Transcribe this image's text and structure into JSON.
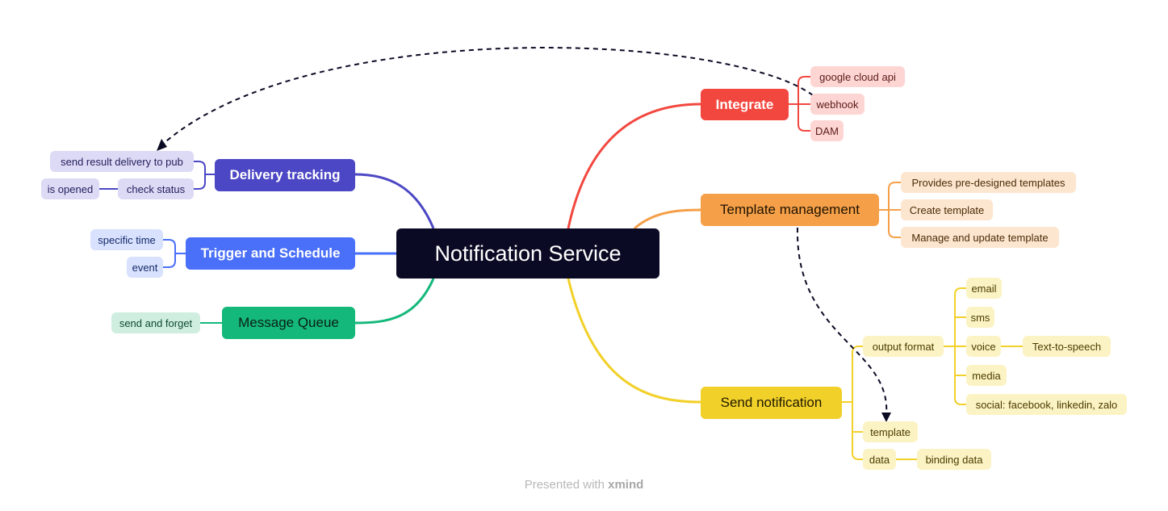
{
  "central": {
    "label": "Notification Service"
  },
  "branches": {
    "integrate": {
      "label": "Integrate",
      "color": "#f2473f",
      "children": [
        "google cloud api",
        "webhook",
        "DAM"
      ]
    },
    "template_management": {
      "label": "Template management",
      "color": "#f5a049",
      "children": [
        "Provides pre-designed templates",
        "Create template",
        "Manage and update template"
      ]
    },
    "send_notification": {
      "label": "Send notification",
      "color": "#f2d02a",
      "output_format": {
        "label": "output format",
        "children": [
          "email",
          "sms",
          "voice",
          "media",
          "social: facebook, linkedin, zalo"
        ],
        "voice_child": "Text-to-speech"
      },
      "template": "template",
      "data": {
        "label": "data",
        "child": "binding data"
      }
    },
    "delivery_tracking": {
      "label": "Delivery tracking",
      "color": "#4c47c4",
      "children": [
        "send result delivery to pub",
        "check status"
      ],
      "check_status_child": "is opened"
    },
    "trigger_schedule": {
      "label": "Trigger and Schedule",
      "color": "#4a6ff8",
      "children": [
        "specific time",
        "event"
      ]
    },
    "message_queue": {
      "label": "Message Queue",
      "color": "#14b87a",
      "children": [
        "send and forget"
      ]
    }
  },
  "footer": {
    "prefix": "Presented with",
    "brand": "xmind"
  }
}
